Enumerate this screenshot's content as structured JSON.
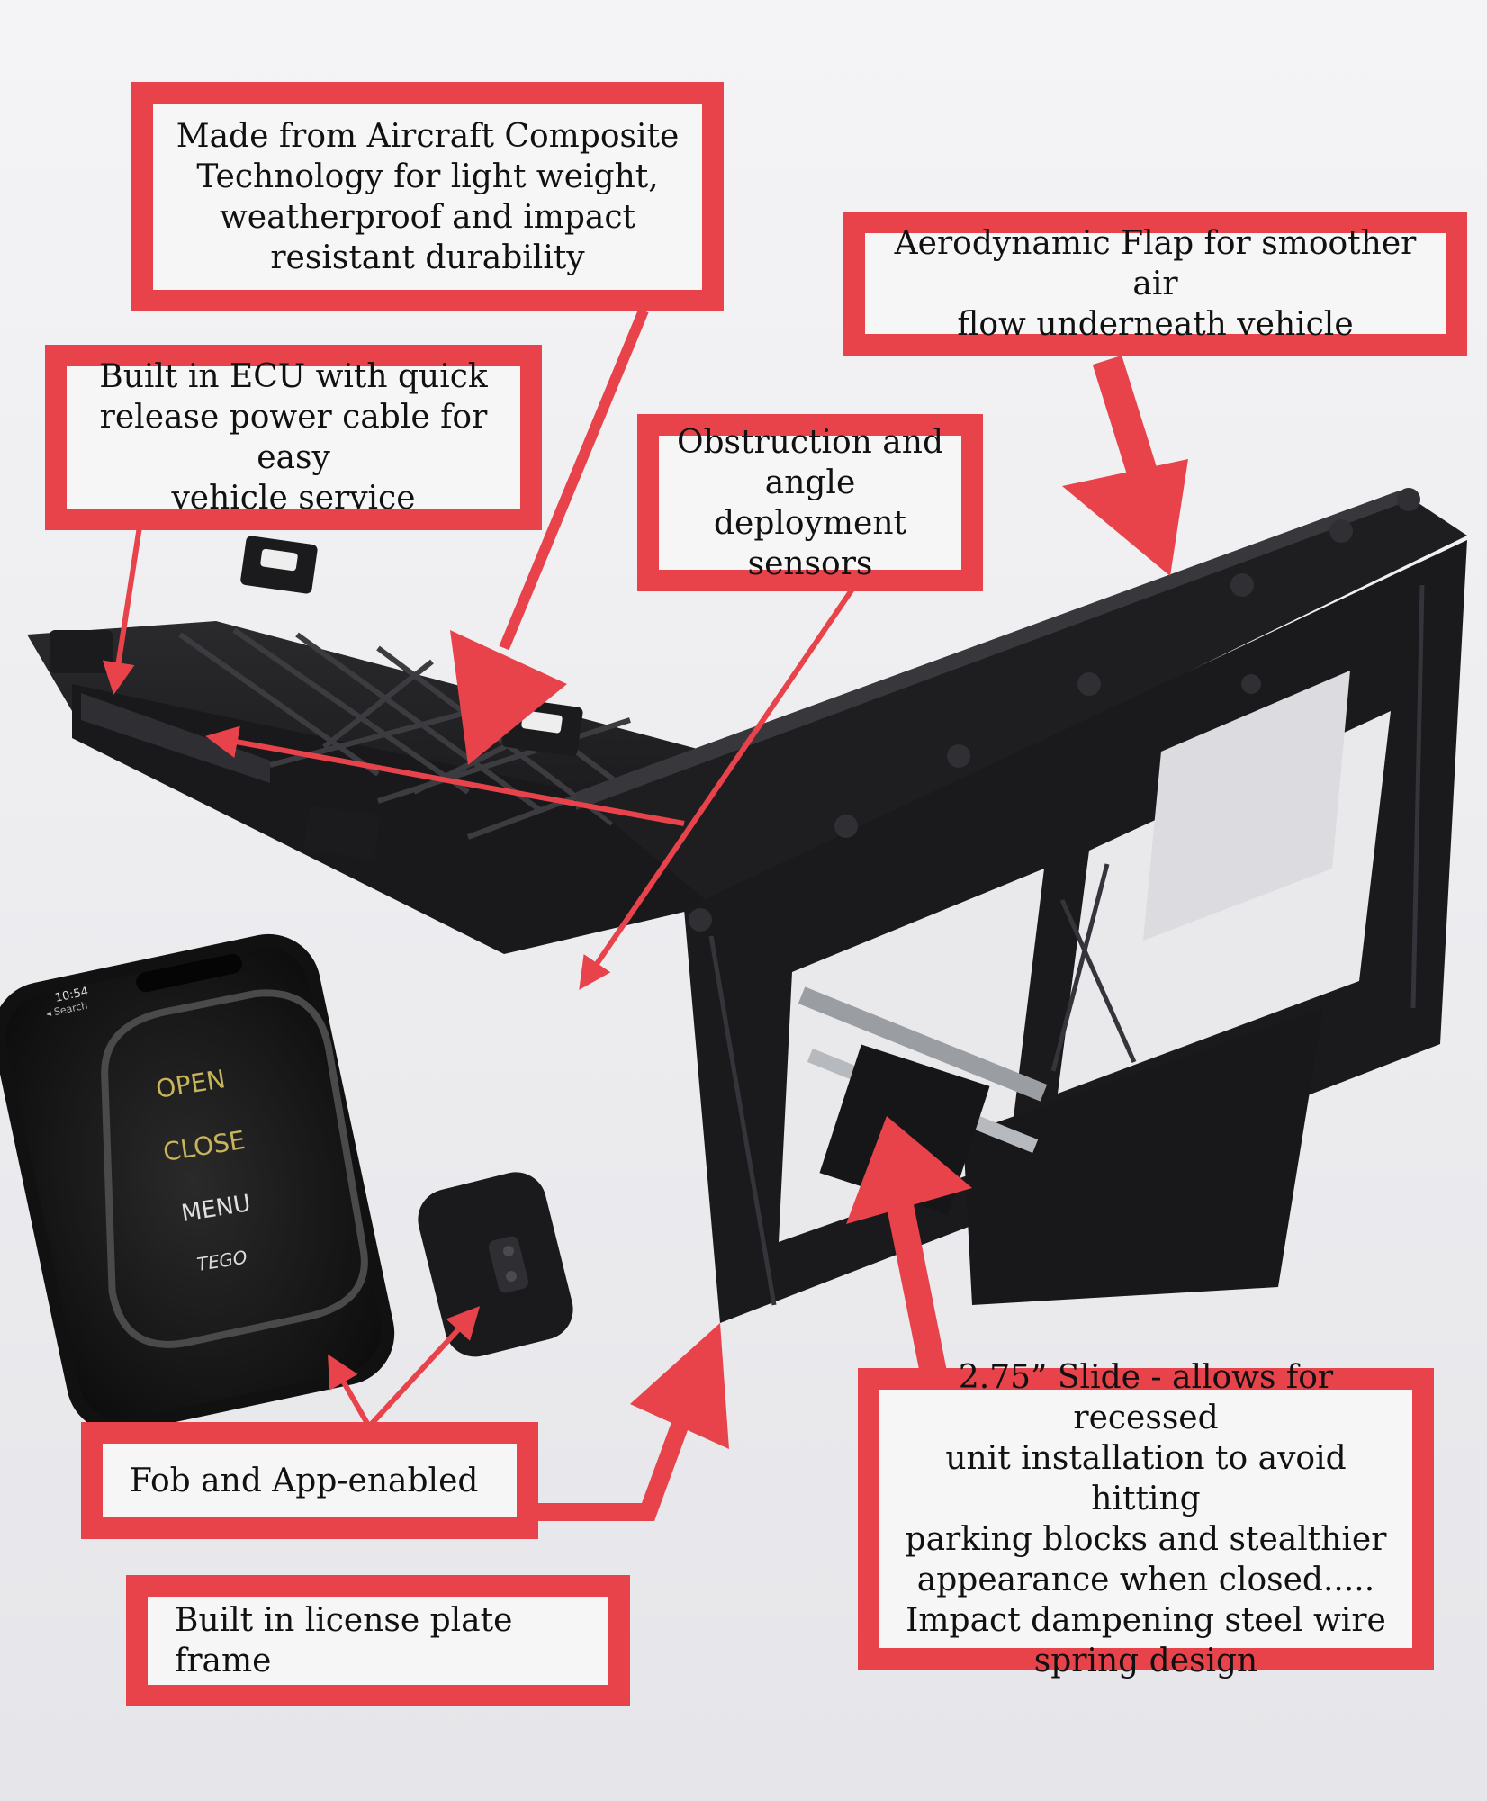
{
  "colors": {
    "callout_red": "#e8434a",
    "callout_fill": "#f6f6f6",
    "product_black": "#1a1a1c",
    "phone_button_gold": "#c8b45a"
  },
  "callouts": {
    "composite": "Made from Aircraft Composite\nTechnology for light weight,\nweatherproof and impact\nresistant durability",
    "aero_flap": "Aerodynamic Flap for smoother air\nflow underneath vehicle",
    "ecu": "Built in ECU with quick\nrelease power cable for easy\nvehicle service",
    "sensors": "Obstruction and\nangle deployment\nsensors",
    "fob_app": "Fob and App-enabled",
    "license_frame": "Built in license plate frame",
    "slide": "2.75” Slide - allows for recessed\nunit installation to avoid hitting\nparking blocks and stealthier\nappearance when closed.....\nImpact dampening steel wire\nspring design"
  },
  "phone": {
    "time": "10:54",
    "back": "◂ Search",
    "open": "OPEN",
    "close": "CLOSE",
    "menu": "MENU",
    "logo": "TEGO"
  }
}
